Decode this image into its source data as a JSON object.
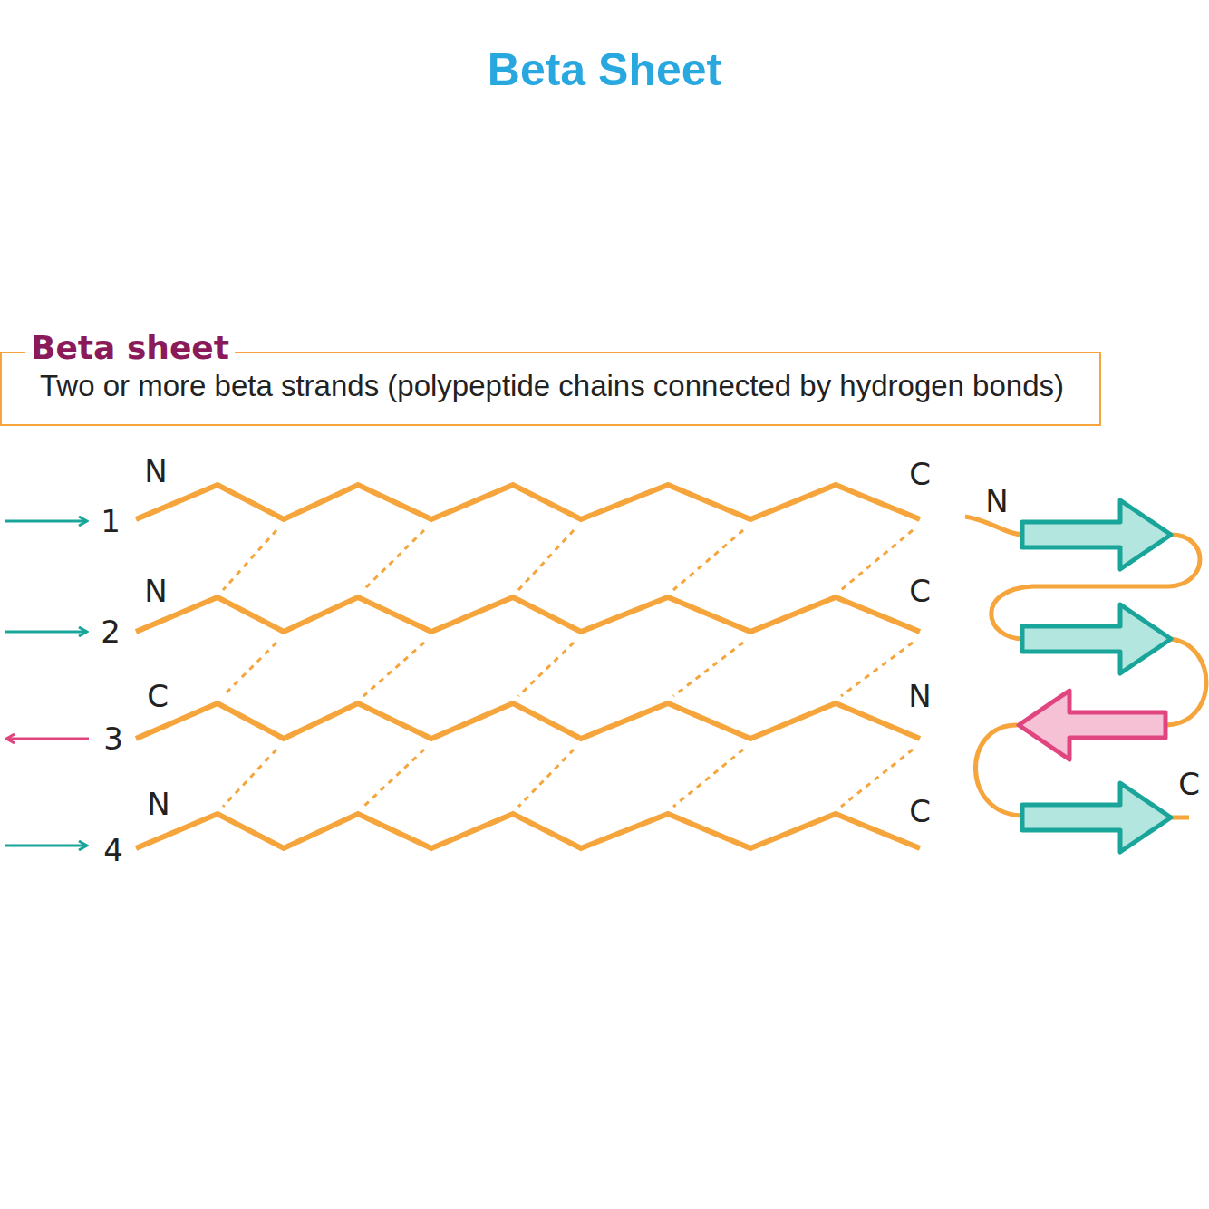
{
  "diagram": {
    "title": "Beta Sheet",
    "nodes": [
      {
        "text": [
          "Beta sheet",
          "Two or more beta strands (polypeptide chains connected by hydrogen bonds)"
        ]
      }
    ],
    "labels": [
      "N",
      "C",
      "1",
      "N",
      "C",
      "2",
      "C",
      "N",
      "3",
      "N",
      "C",
      "4",
      "N",
      "C"
    ]
  }
}
